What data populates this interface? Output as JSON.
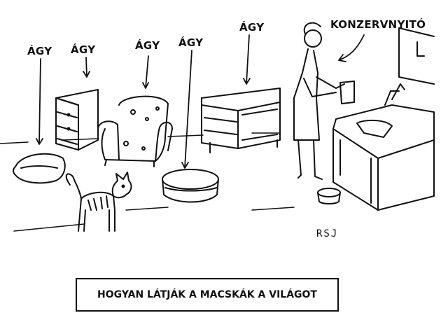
{
  "labels": {
    "bed_1": "ÁGY",
    "bed_2": "ÁGY",
    "bed_3": "ÁGY",
    "bed_4": "ÁGY",
    "bed_5": "ÁGY",
    "can_opener": "KONZERVNYITÓ"
  },
  "signature": "RSJ",
  "caption": "HOGYAN LÁTJÁK A MACSKÁK A VILÁGOT",
  "colors": {
    "ink": "#111111",
    "paper": "#ffffff"
  }
}
